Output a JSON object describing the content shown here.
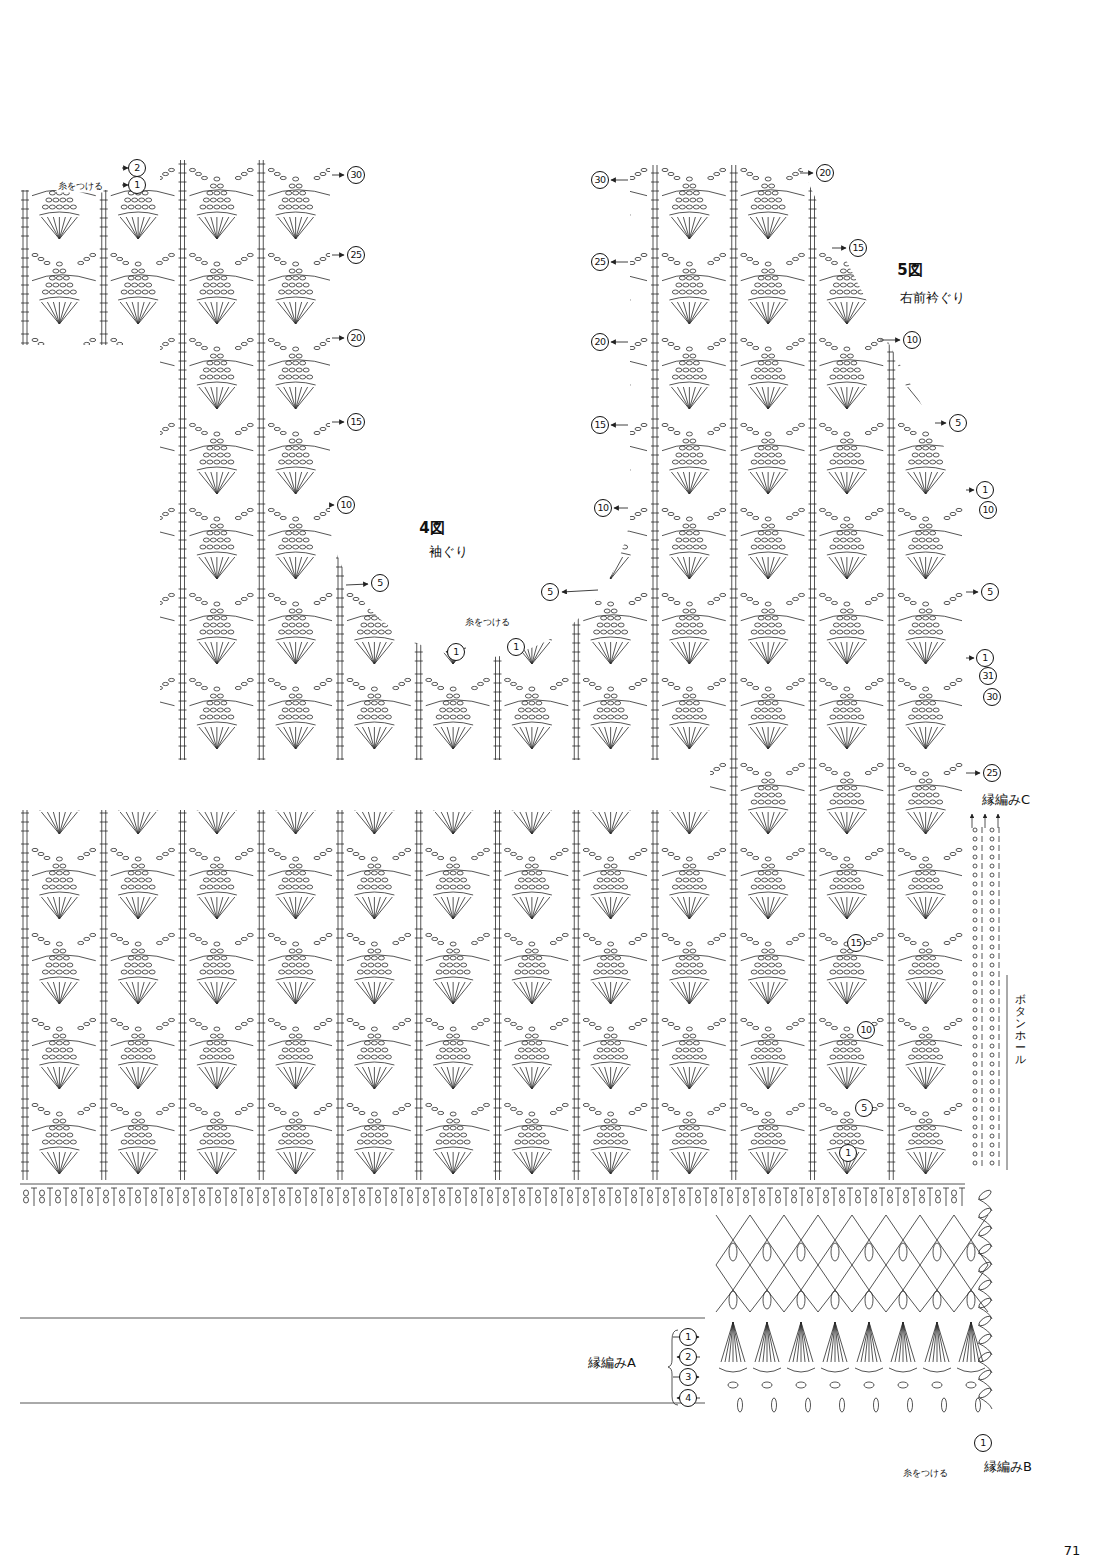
{
  "diagram": {
    "labels": [
      "2",
      "糸をつける",
      "1",
      "30",
      "25",
      "20",
      "15",
      "10",
      "5",
      "4図",
      "袖ぐり",
      "1",
      "糸をつける",
      "1",
      "5",
      "30",
      "25",
      "20",
      "15",
      "10",
      "20",
      "15",
      "5図",
      "右前衿ぐり",
      "10",
      "5",
      "1",
      "10",
      "5",
      "1",
      "31",
      "30",
      "25",
      "縁編みC",
      "15",
      "10",
      "5",
      "1",
      "ボタンホール",
      "縁編みA",
      "1",
      "2",
      "3",
      "4",
      "1",
      "縁編みB",
      "糸をつける",
      "71"
    ]
  }
}
